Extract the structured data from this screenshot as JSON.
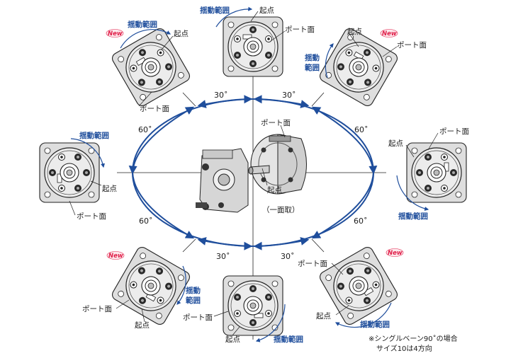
{
  "labels": {
    "kiten": "起点",
    "port": "ポート面",
    "range": "揺動範囲",
    "range_l1": "揺動",
    "range_l2": "範囲",
    "ichimen": "（一面取）",
    "new": "New"
  },
  "angles": {
    "a30": "30˚",
    "a60": "60˚"
  },
  "note": {
    "line1": "※シングルベーン90˚の場合",
    "line2": "サイズ10は4方向"
  },
  "colors": {
    "ring": "#1f4e9c",
    "text_blue": "#1f4e9c",
    "new_badge": "#e0204a",
    "body": "#dcdcdc"
  }
}
